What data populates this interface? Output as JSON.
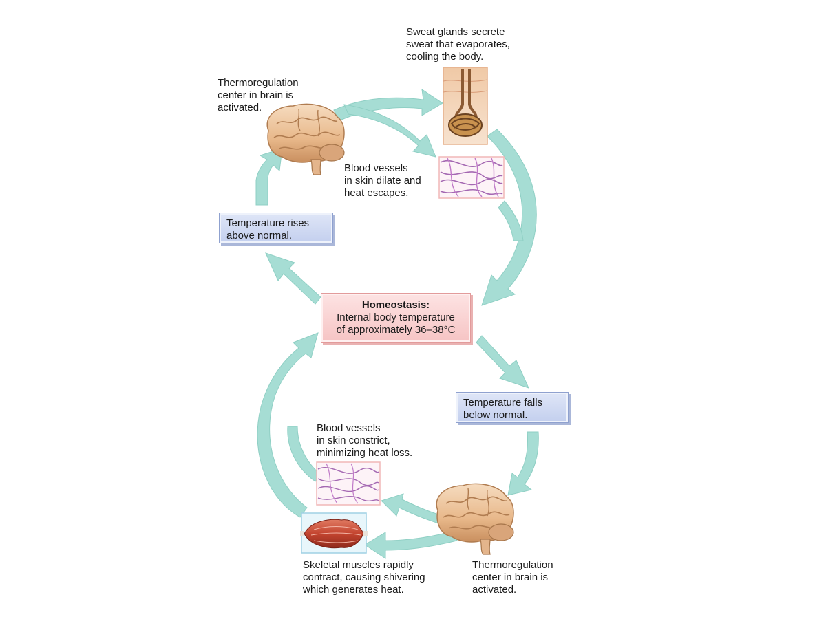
{
  "colors": {
    "arrow": "#9dd9cf",
    "arrow_dark": "#6fc3b6",
    "blue_box": "#c9d4f0",
    "pink_box": "#f9d2d2"
  },
  "icons": [
    "brain-icon",
    "sweat-gland-icon",
    "blood-vessels-icon",
    "skeletal-muscle-icon"
  ],
  "labels": {
    "brain_top": "Thermoregulation\ncenter in brain is\nactivated.",
    "sweat": "Sweat glands secrete\nsweat that evaporates,\ncooling the body.",
    "vessels_dilate": "Blood vessels\nin skin dilate and\nheat escapes.",
    "vessels_constrict": "Blood vessels\nin skin constrict,\nminimizing heat loss.",
    "muscles": "Skeletal muscles rapidly\ncontract, causing shivering\nwhich generates heat.",
    "brain_bottom": "Thermoregulation\ncenter in brain is\nactivated."
  },
  "boxes": {
    "rises": "Temperature rises\nabove normal.",
    "falls": "Temperature falls\nbelow normal.",
    "homeostasis_title": "Homeostasis:",
    "homeostasis_text": "Internal body temperature\nof approximately 36–38°C"
  }
}
